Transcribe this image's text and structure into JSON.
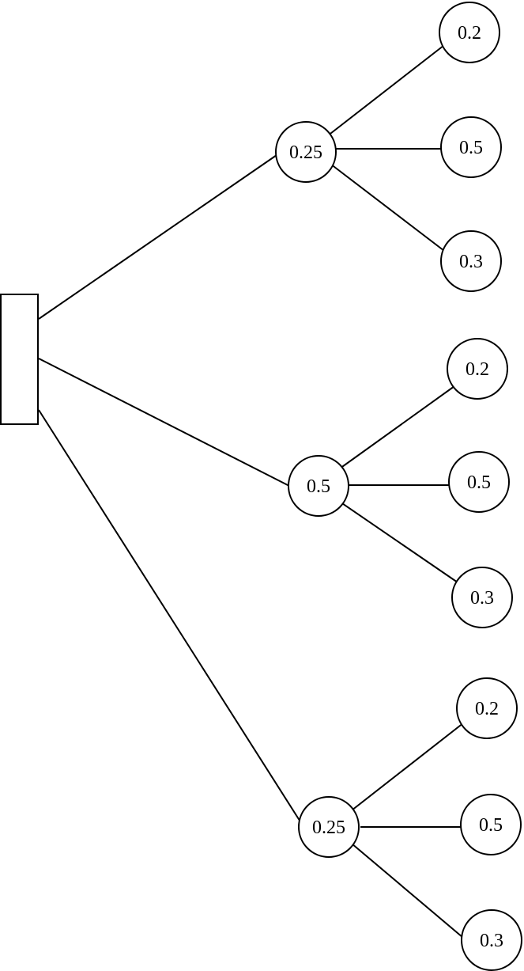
{
  "tree": {
    "root": {
      "label": ""
    },
    "branches": [
      {
        "probability": "0.25",
        "children": [
          "0.2",
          "0.5",
          "0.3"
        ]
      },
      {
        "probability": "0.5",
        "children": [
          "0.2",
          "0.5",
          "0.3"
        ]
      },
      {
        "probability": "0.25",
        "children": [
          "0.2",
          "0.5",
          "0.3"
        ]
      }
    ]
  }
}
